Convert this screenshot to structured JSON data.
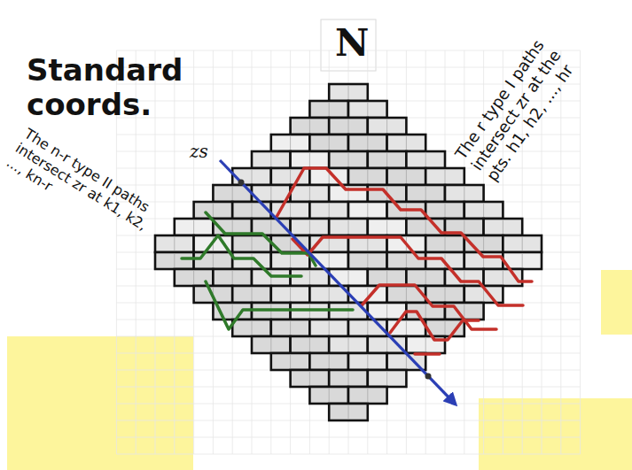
{
  "diagram": {
    "labels": [
      "Standard coords.",
      "N",
      "The r type I paths intersect zr at the pts. h1, h2, ..., hr",
      "zs",
      "The n-r type II paths intersect zr at k1, k2, ..., kn-r"
    ]
  }
}
